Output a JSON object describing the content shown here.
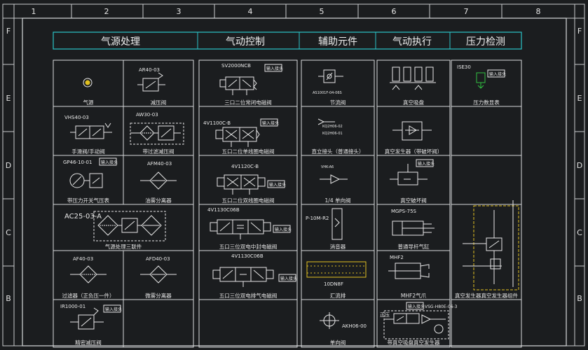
{
  "frame": {
    "columns": [
      "1",
      "2",
      "3",
      "4",
      "5",
      "6",
      "7",
      "8"
    ],
    "rows": [
      "F",
      "E",
      "D",
      "C",
      "B"
    ]
  },
  "headers": [
    "气源处理",
    "气动控制",
    "辅助元件",
    "气动执行",
    "压力检测"
  ],
  "cells": {
    "a1": {
      "model": "",
      "caption": "气源"
    },
    "a2": {
      "model": "AR40-03",
      "caption": "减压阀"
    },
    "a3": {
      "model": "VHS40-03",
      "caption": "手滑阀/手动阀"
    },
    "a4": {
      "model": "AW30-03",
      "caption": "带过滤减压阀"
    },
    "a5": {
      "model": "GP46-10-01",
      "caption": "带压力开关气压表"
    },
    "a6": {
      "model": "AFM40-03",
      "caption": "油雾分离器"
    },
    "a7": {
      "model": "AC25-03-A",
      "caption": "气源处理三联件"
    },
    "a8": {
      "model": "AF40-03",
      "caption": "过滤器（正负压一件）"
    },
    "a9": {
      "model": "AFD40-03",
      "caption": "微雾分离器"
    },
    "a10": {
      "model": "IR1000-01",
      "caption": "精密减压阀"
    },
    "b1": {
      "model": "SV2000NCB",
      "caption": "三口二位常闭电磁阀"
    },
    "b2": {
      "model": "4V1100C-B",
      "caption": "五口二位单线圈电磁阀"
    },
    "b3": {
      "model": "4V1120C-B",
      "caption": "五口二位双线圈电磁阀"
    },
    "b4": {
      "model": "4V1130C06B",
      "caption": "五口三位双电中封电磁阀"
    },
    "b5": {
      "model": "4V1130C06B",
      "caption": "五口三位双电排气电磁阀"
    },
    "c1": {
      "model": "AS1001F-04-06S",
      "caption": "节流阀"
    },
    "c2": {
      "model": "KQ2H06-02",
      "caption": "直立接头（普通接头）",
      "model2": "KQ2H06-01"
    },
    "c3": {
      "model": "VHK-A6",
      "caption": "1/4 单向阀"
    },
    "c4": {
      "model": "P-10M-R2",
      "caption": "消音器"
    },
    "c5": {
      "model": "10DN8F",
      "caption": "汇流排"
    },
    "c6": {
      "model": "AKH06-00",
      "caption": "单向阀"
    },
    "d1": {
      "model": "",
      "caption": "真空吸盘"
    },
    "d2": {
      "model": "",
      "caption": "真空发生器（带破坏阀）"
    },
    "d3": {
      "model": "",
      "caption": "真空破坏阀"
    },
    "d4": {
      "model": "MGPS-75S",
      "caption": "普通导杆气缸"
    },
    "d5": {
      "model": "MHF2",
      "caption": "MHF2气爪"
    },
    "d6": {
      "model": "VSG-H80E-06-3",
      "caption": "带真空吸盘真空发生器",
      "side_label": "正压"
    },
    "e1": {
      "model": "ISE30",
      "caption": "压力数显表"
    },
    "e2": {
      "model": "",
      "caption": "真空发生器真空发生器组件"
    }
  },
  "tag": "输入接头"
}
